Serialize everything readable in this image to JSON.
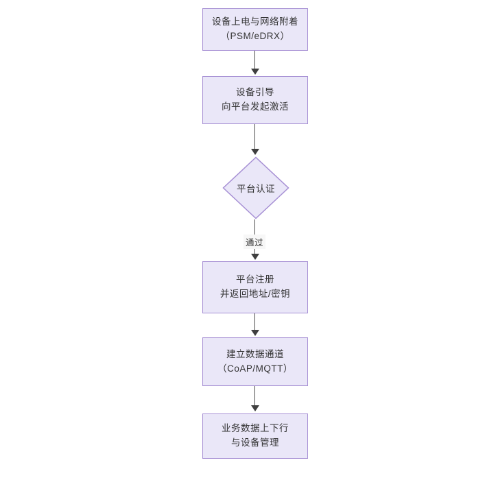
{
  "diagram": {
    "type": "flowchart",
    "orientation": "top-to-bottom",
    "colors": {
      "node_fill": "#eae7f8",
      "node_border": "#a68fd4",
      "text": "#333333",
      "connector": "#4a4a4a",
      "background": "#ffffff"
    },
    "nodes": [
      {
        "id": "power",
        "shape": "rectangle",
        "line1": "设备上电与网络附着",
        "line2": "（PSM/eDRX）"
      },
      {
        "id": "boot",
        "shape": "rectangle",
        "line1": "设备引导",
        "line2": "向平台发起激活"
      },
      {
        "id": "auth",
        "shape": "diamond",
        "line1": "平台认证",
        "line2": ""
      },
      {
        "id": "register",
        "shape": "rectangle",
        "line1": "平台注册",
        "line2": "并返回地址/密钥"
      },
      {
        "id": "channel",
        "shape": "rectangle",
        "line1": "建立数据通道",
        "line2": "（CoAP/MQTT）"
      },
      {
        "id": "business",
        "shape": "rectangle",
        "line1": "业务数据上下行",
        "line2": "与设备管理"
      }
    ],
    "edges": [
      {
        "from": "power",
        "to": "boot",
        "label": ""
      },
      {
        "from": "boot",
        "to": "auth",
        "label": ""
      },
      {
        "from": "auth",
        "to": "register",
        "label": "通过"
      },
      {
        "from": "register",
        "to": "channel",
        "label": ""
      },
      {
        "from": "channel",
        "to": "business",
        "label": ""
      }
    ]
  }
}
